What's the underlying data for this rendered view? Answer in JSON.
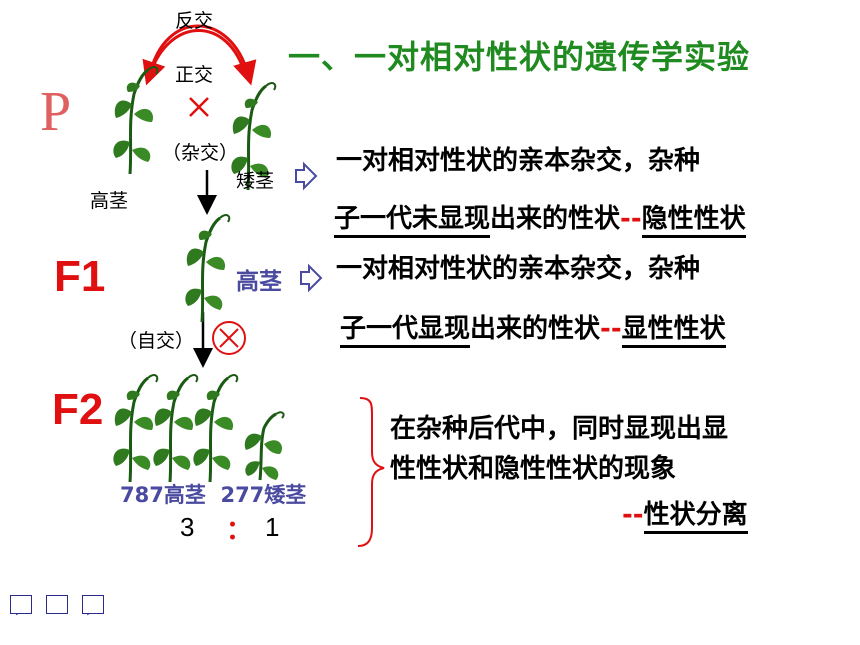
{
  "title": "一、一对相对性状的遗传学实验",
  "generations": {
    "p": "P",
    "f1": "F1",
    "f2": "F2"
  },
  "cross": {
    "reciprocal": "反交",
    "forward": "正交",
    "hybrid": "（杂交）",
    "tall_label": "高茎",
    "short_label": "矮茎"
  },
  "f1": {
    "label": "高茎",
    "selfing": "（自交）"
  },
  "f2": {
    "counts": "787高茎  277矮茎",
    "ratio_left": "3",
    "ratio_sep": "：",
    "ratio_right": "1"
  },
  "recessive": {
    "line1": "一对相对性状的亲本杂交，杂种",
    "line2a": "子一代未显现",
    "line2b": "出来的性状",
    "dash": "--",
    "term": "隐性性状"
  },
  "dominant": {
    "line1": "一对相对性状的亲本杂交，杂种",
    "line2a": "子一代显现",
    "line2b": "出来的性状",
    "dash": "--",
    "term": "显性性状"
  },
  "segregation": {
    "line1": "在杂种后代中，同时显现出显",
    "line2": "性性状和隐性性状的现象",
    "dash": "--",
    "term": "性状分离"
  },
  "colors": {
    "title": "#1f8a1f",
    "red": "#e01010",
    "blue": "#4a4aa0",
    "plant": "#2f7a1f"
  },
  "nav": [
    "previous-icon",
    "return-icon",
    "next-icon"
  ]
}
